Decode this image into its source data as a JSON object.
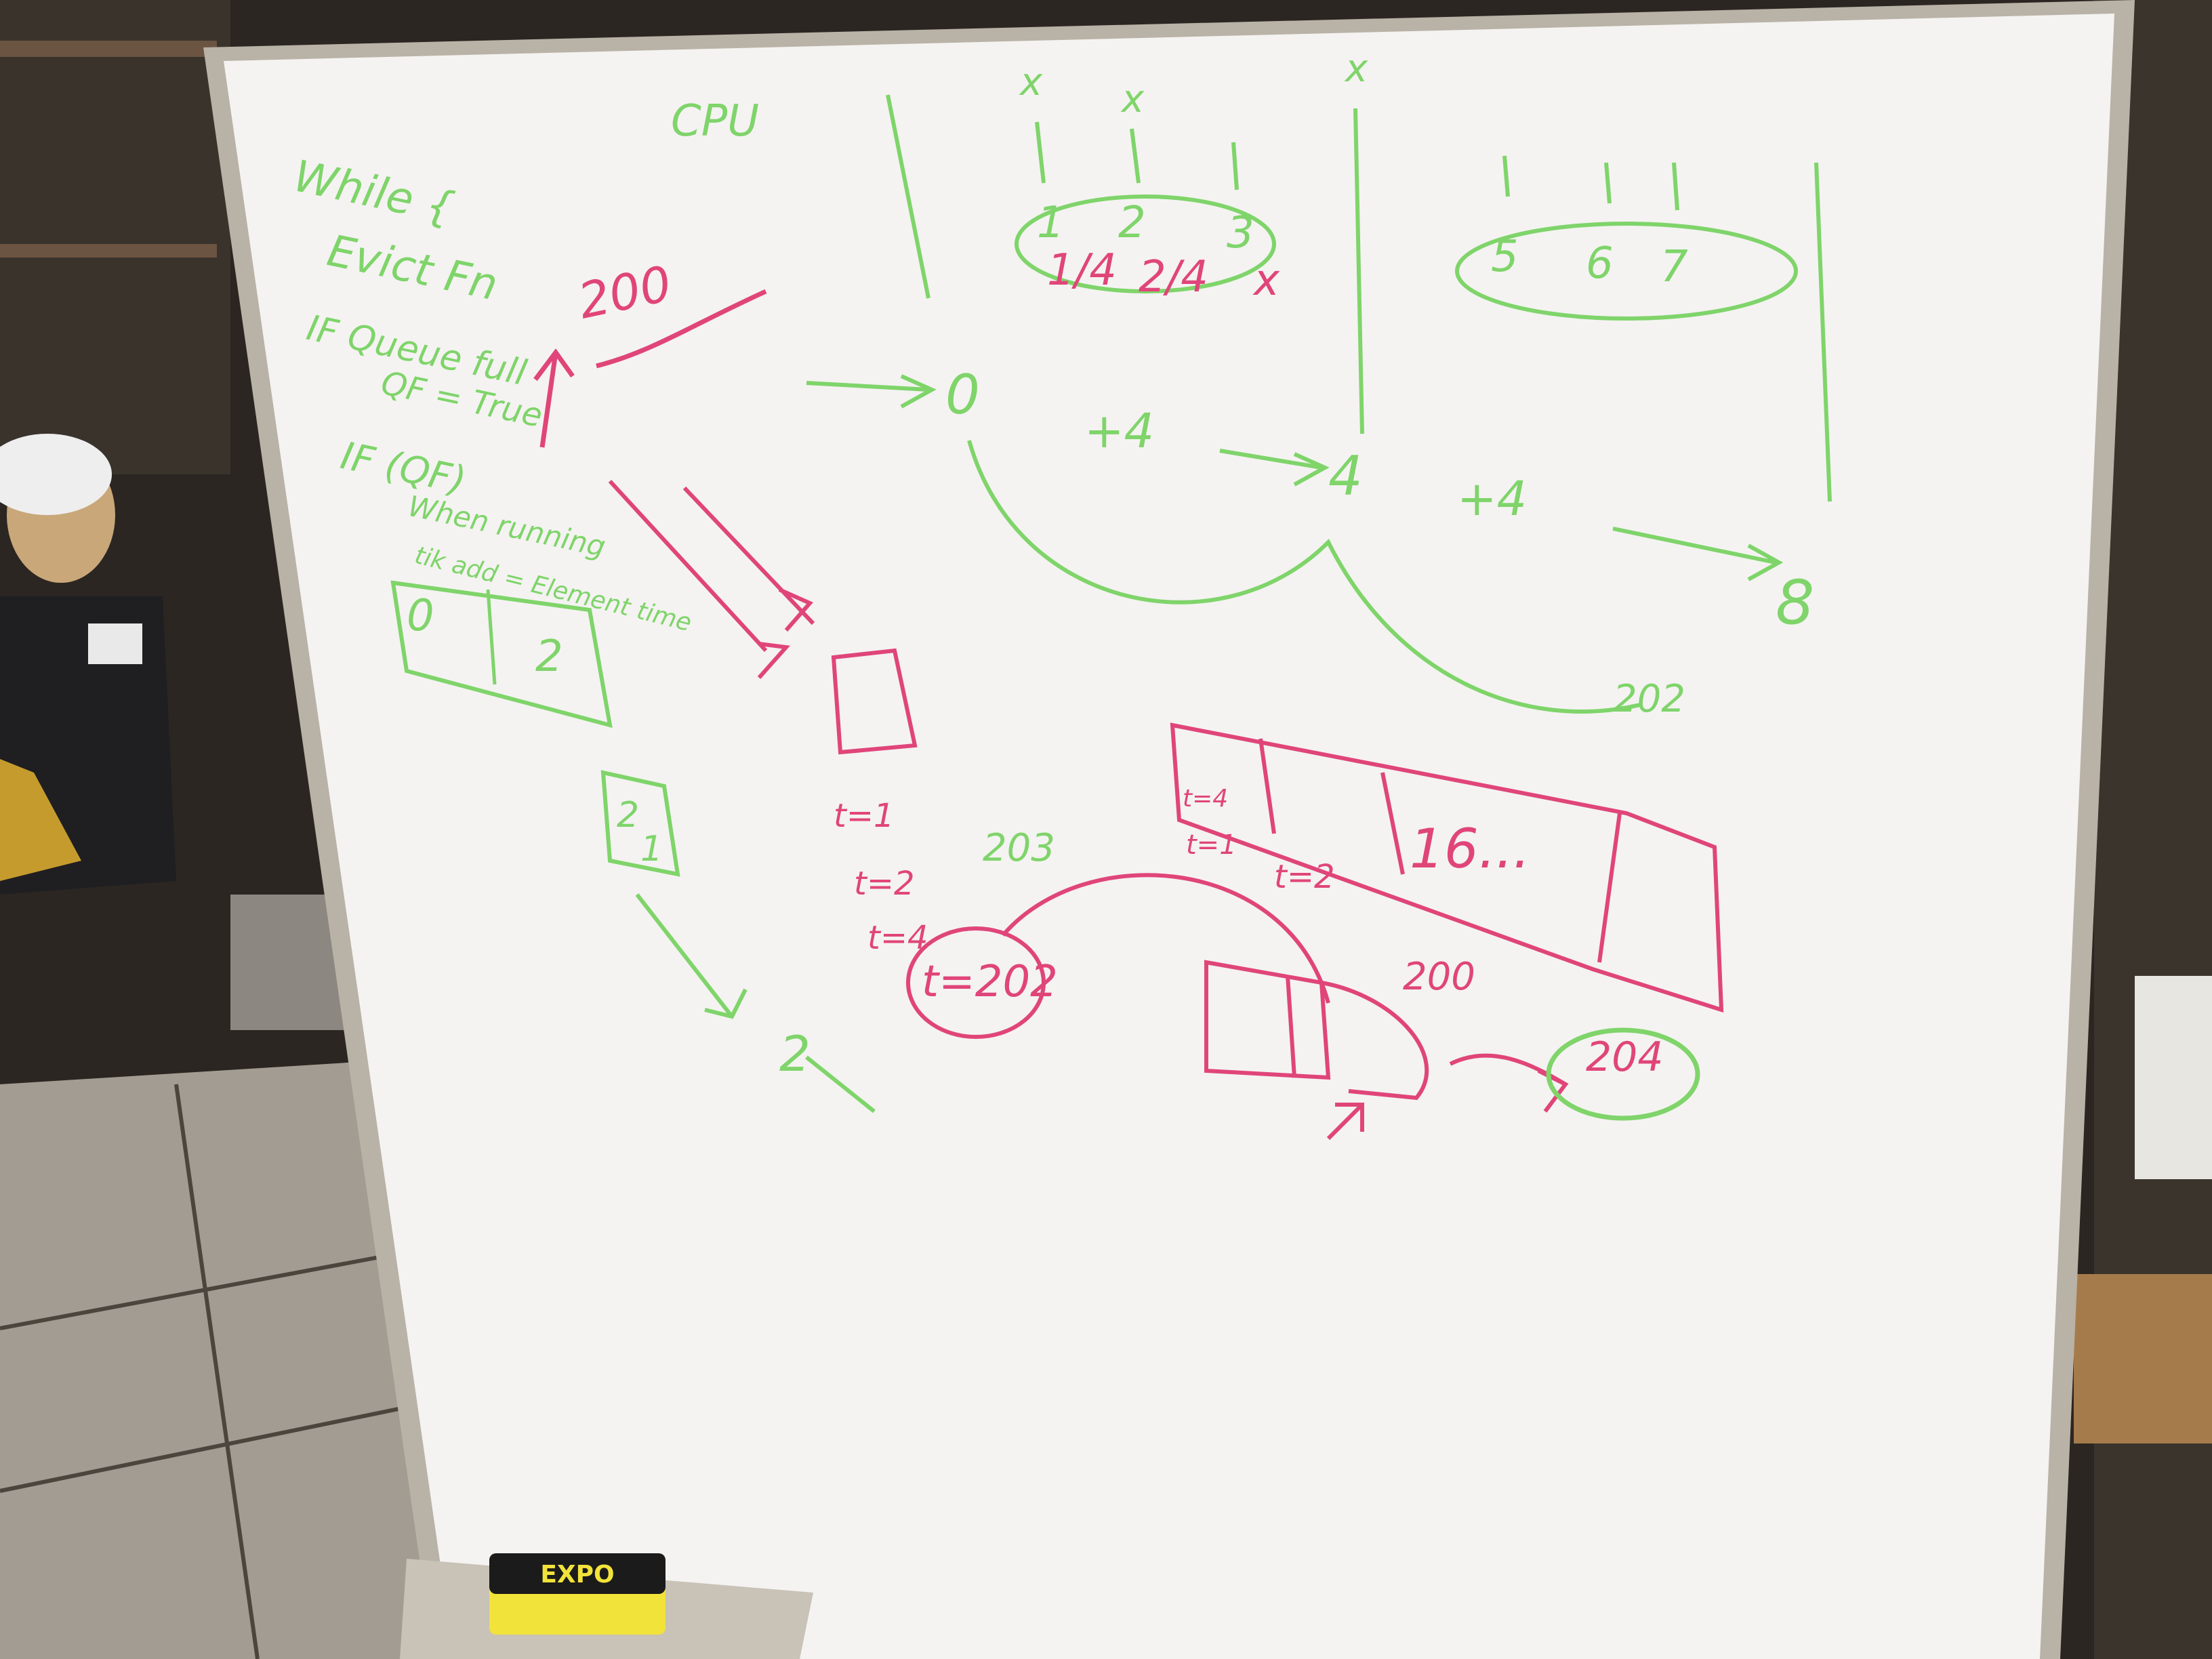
{
  "colors": {
    "marker_green": "#7fd46a",
    "marker_red": "#e0457a",
    "board": "#f4f3f1",
    "frame": "#b9b2a6"
  },
  "notes": {
    "cpu": "CPU",
    "while": "While {",
    "evict": "Evict Fn",
    "if_queue": "IF Queue full",
    "qf_true": "QF = True",
    "if_qf": "IF (QF)",
    "when_running": "When running",
    "tick_add": "tik add = Element time",
    "val_200_top": "200",
    "box_left_0": "0",
    "box_left_2": "2"
  },
  "timeline": {
    "x1": "x",
    "x2": "x",
    "x3": "x",
    "n1": "1",
    "n2": "2",
    "n3": "3",
    "d1": "1/4",
    "d2": "2/4",
    "d3": "x",
    "n5": "5",
    "n6": "6",
    "n7": "7",
    "t0": "0",
    "plus4a": "+4",
    "t4": "4",
    "plus4b": "+4",
    "t8": "8",
    "v202": "202"
  },
  "buffer": {
    "small_t1": "t=1",
    "small_t2": "t=2",
    "small_t4": "t=4",
    "v203": "203",
    "cell_t4": "t=4",
    "label_t1": "t=1",
    "label_t2": "t=2",
    "cell_16": "16...",
    "t202": "t=202",
    "v200": "200",
    "v204": "204",
    "box21_a": "2",
    "box21_b": "1",
    "v2_arrow": "2"
  },
  "eraser": {
    "brand": "EXPO"
  }
}
